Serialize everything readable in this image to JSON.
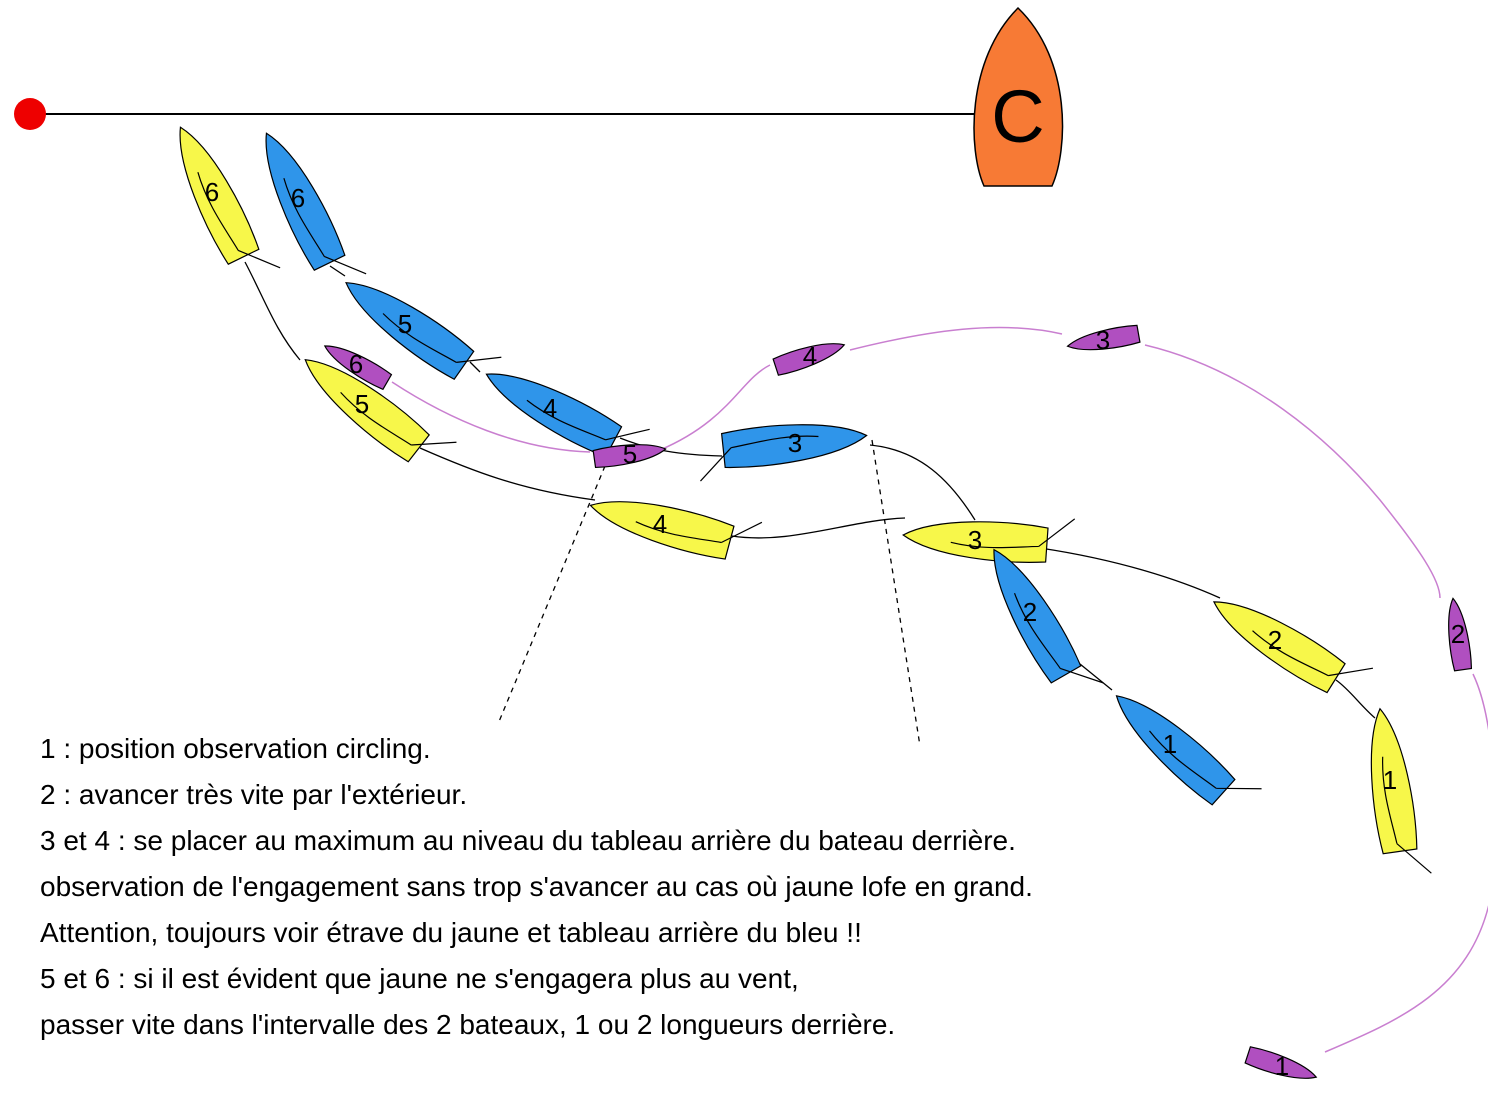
{
  "colors": {
    "yellow": "#f7f74a",
    "blue": "#2f95ea",
    "purple": "#b04fc0",
    "committee": "#f77a35",
    "pin_mark": "#ee0000",
    "purple_track": "#c97fd0",
    "line": "#000000"
  },
  "committee_boat": {
    "label": "C"
  },
  "boats": {
    "yellow": [
      "6",
      "5",
      "4",
      "3",
      "2",
      "1"
    ],
    "blue": [
      "6",
      "5",
      "4",
      "3",
      "2",
      "1"
    ],
    "purple": [
      "6",
      "5",
      "4",
      "3",
      "2",
      "1"
    ]
  },
  "notes": [
    "1 : position observation circling.",
    "2 : avancer très vite par l'extérieur.",
    "3 et 4 : se placer au maximum au niveau du tableau arrière du bateau derrière.",
    "observation de l'engagement sans trop s'avancer au cas où jaune lofe en grand.",
    "Attention, toujours voir étrave du jaune et tableau arrière du bleu !!",
    "5 et 6 : si il est évident que jaune ne s'engagera plus au vent,",
    "passer vite dans l'intervalle des 2 bateaux, 1 ou 2 longueurs derrière."
  ]
}
